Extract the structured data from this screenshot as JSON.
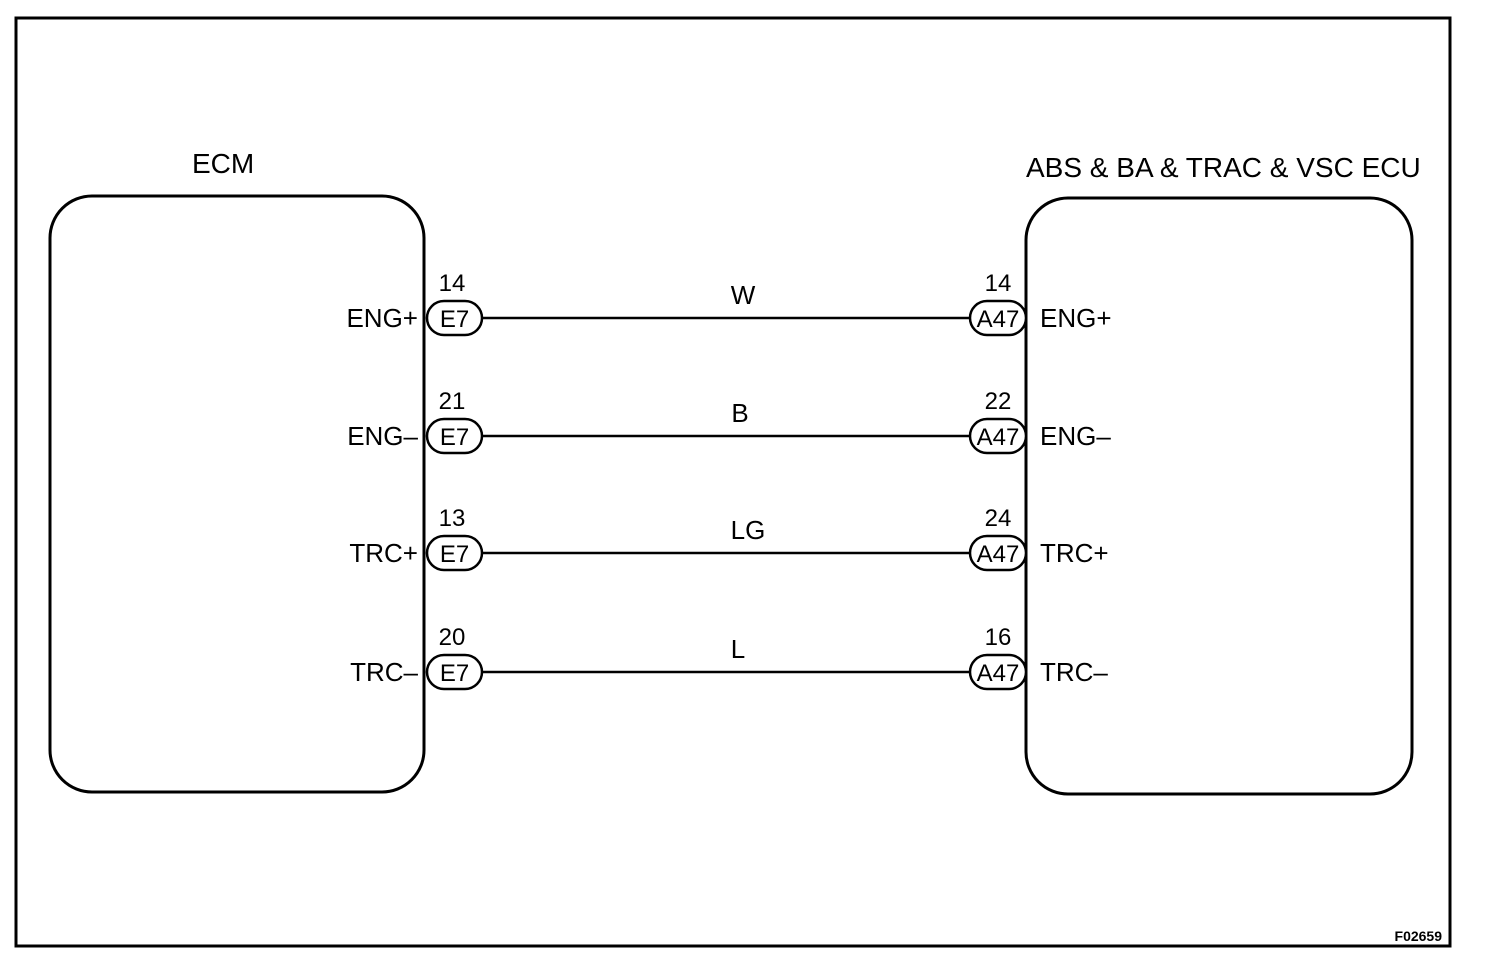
{
  "left_ecu": {
    "title": "ECM",
    "connector": "E7"
  },
  "right_ecu": {
    "title": "ABS & BA & TRAC & VSC ECU",
    "connector": "A47"
  },
  "wires": [
    {
      "left_signal": "ENG+",
      "left_pin": "14",
      "color": "W",
      "right_pin": "14",
      "right_signal": "ENG+"
    },
    {
      "left_signal": "ENG–",
      "left_pin": "21",
      "color": "B",
      "right_pin": "22",
      "right_signal": "ENG–"
    },
    {
      "left_signal": "TRC+",
      "left_pin": "13",
      "color": "LG",
      "right_pin": "24",
      "right_signal": "TRC+"
    },
    {
      "left_signal": "TRC–",
      "left_pin": "20",
      "color": "L",
      "right_pin": "16",
      "right_signal": "TRC–"
    }
  ],
  "figure_code": "F02659"
}
